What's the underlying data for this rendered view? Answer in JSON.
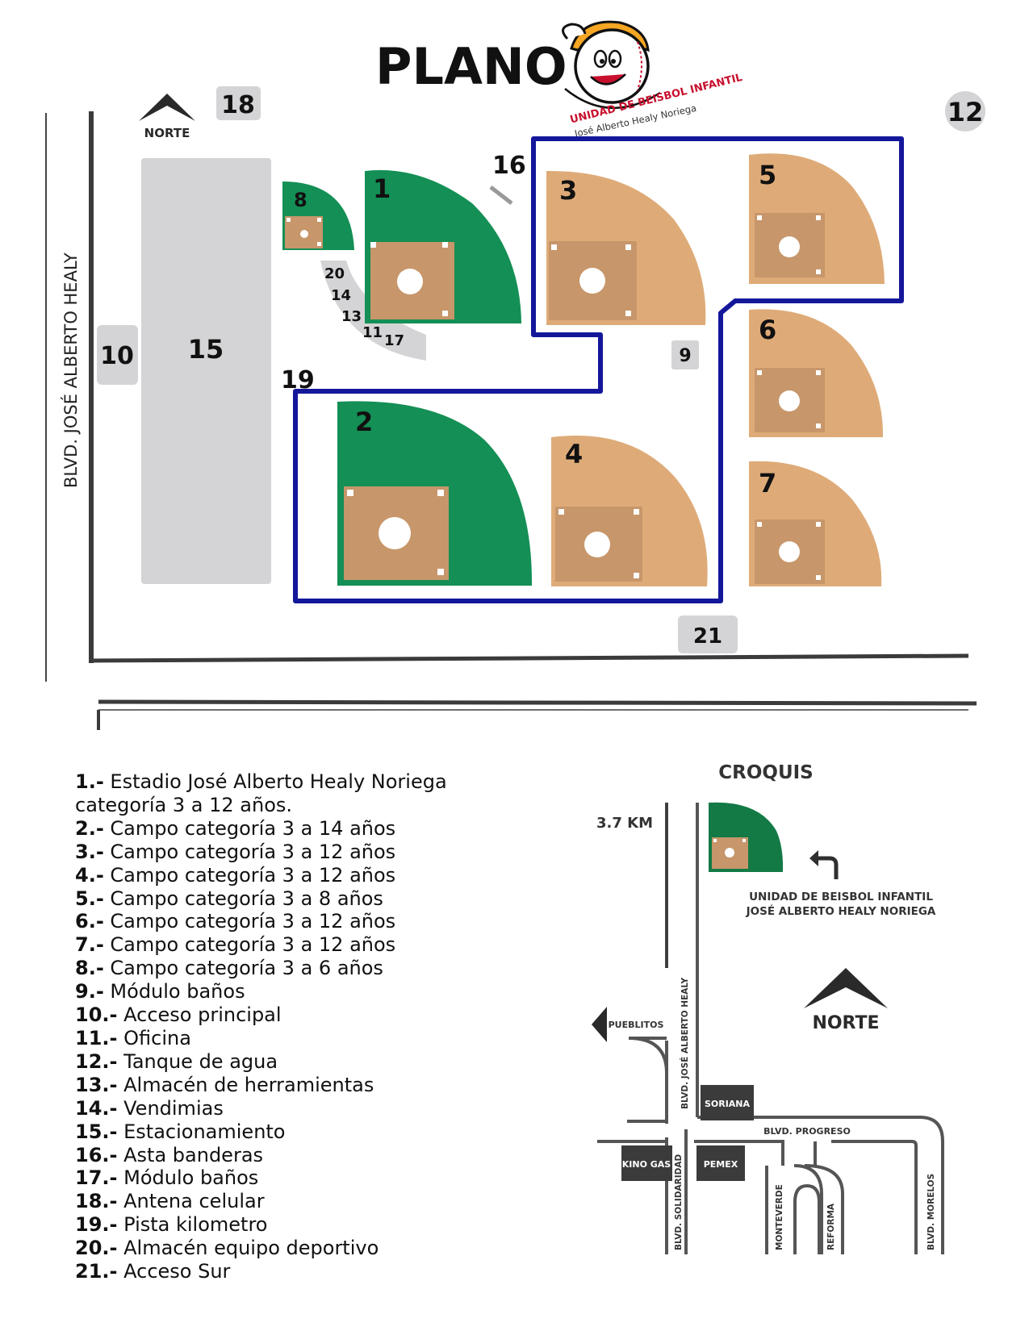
{
  "title": "PLANO",
  "logo": {
    "name": "Unidad de Beisbol Infantil",
    "subtitle": "José Alberto Healy Noriega",
    "colors": {
      "text": "#c8102e",
      "cap": "#f5a623"
    }
  },
  "north_label": "NORTE",
  "road_main": "BLVD. JOSÉ ALBERTO HEALY",
  "map_markers": {
    "m1": "1",
    "m2": "2",
    "m3": "3",
    "m4": "4",
    "m5": "5",
    "m6": "6",
    "m7": "7",
    "m8": "8",
    "m9": "9",
    "m10": "10",
    "m11": "11",
    "m12": "12",
    "m13": "13",
    "m14": "14",
    "m15": "15",
    "m16": "16",
    "m17": "17",
    "m18": "18",
    "m19": "19",
    "m20": "20",
    "m21": "21"
  },
  "legend": [
    {
      "num": "1.-",
      "text": "Estadio José Alberto Healy Noriega",
      "text2": "categoría 3 a 12 años."
    },
    {
      "num": "2.-",
      "text": "Campo categoría 3 a 14 años"
    },
    {
      "num": "3.-",
      "text": "Campo categoría 3 a 12 años"
    },
    {
      "num": "4.-",
      "text": "Campo categoría 3 a 12 años"
    },
    {
      "num": "5.-",
      "text": "Campo categoría 3 a 8 años"
    },
    {
      "num": "6.-",
      "text": "Campo categoría 3 a 12 años"
    },
    {
      "num": "7.-",
      "text": "Campo categoría 3 a 12 años"
    },
    {
      "num": "8.-",
      "text": "Campo categoría 3 a 6 años"
    },
    {
      "num": "9.-",
      "text": "Módulo baños"
    },
    {
      "num": "10.-",
      "text": "Acceso principal"
    },
    {
      "num": "11.-",
      "text": "Oficina"
    },
    {
      "num": "12.-",
      "text": "Tanque de agua"
    },
    {
      "num": "13.-",
      "text": "Almacén de herramientas"
    },
    {
      "num": "14.-",
      "text": "Vendimias"
    },
    {
      "num": "15.-",
      "text": "Estacionamiento"
    },
    {
      "num": "16.-",
      "text": "Asta banderas"
    },
    {
      "num": "17.-",
      "text": "Módulo baños"
    },
    {
      "num": "18.-",
      "text": "Antena celular"
    },
    {
      "num": "19.-",
      "text": "Pista kilometro"
    },
    {
      "num": "20.-",
      "text": "Almacén equipo deportivo"
    },
    {
      "num": "21.-",
      "text": "Acceso Sur"
    }
  ],
  "croquis": {
    "title": "CROQUIS",
    "distance": "3.7 KM",
    "destination_line1": "UNIDAD DE BEISBOL INFANTIL",
    "destination_line2": "JOSÉ ALBERTO HEALY NORIEGA",
    "north": "NORTE",
    "pueblitos": "PUEBLITOS",
    "road_healy": "BLVD. JOSÉ ALBERTO HEALY",
    "road_progreso": "BLVD. PROGRESO",
    "road_solidaridad": "BLVD. SOLIDARIDAD",
    "road_monteverde": "MONTEVERDE",
    "road_reforma": "REFORMA",
    "road_morelos": "BLVD. MORELOS",
    "soriana": "SORIANA",
    "kino_gas": "KINO GAS",
    "pemex": "PEMEX"
  },
  "colors": {
    "grass": "#148f55",
    "grass_dark": "#137a46",
    "dirt": "#deab78",
    "infield": "#c7966a",
    "gray_area": "#d4d4d6",
    "track": "#14179a",
    "road": "#3b3b3b"
  }
}
